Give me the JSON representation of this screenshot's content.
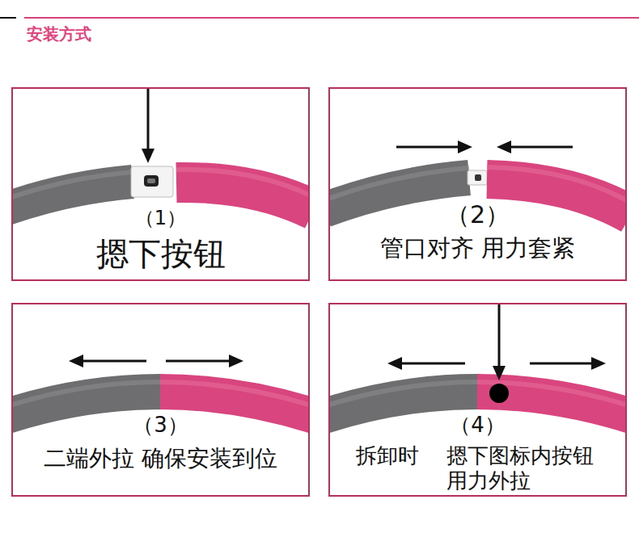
{
  "diagram": {
    "title": "安装方式",
    "nodes": [
      {
        "text": [
          "（1）",
          "摁下按钮"
        ]
      },
      {
        "text": [
          "（2）",
          "管口对齐 用力套紧"
        ]
      },
      {
        "text": [
          "（3）",
          "二端外拉 确保安装到位"
        ]
      },
      {
        "text": [
          "（4）",
          "拆卸时",
          "摁下图标内按钮 用力外拉"
        ]
      }
    ]
  }
}
